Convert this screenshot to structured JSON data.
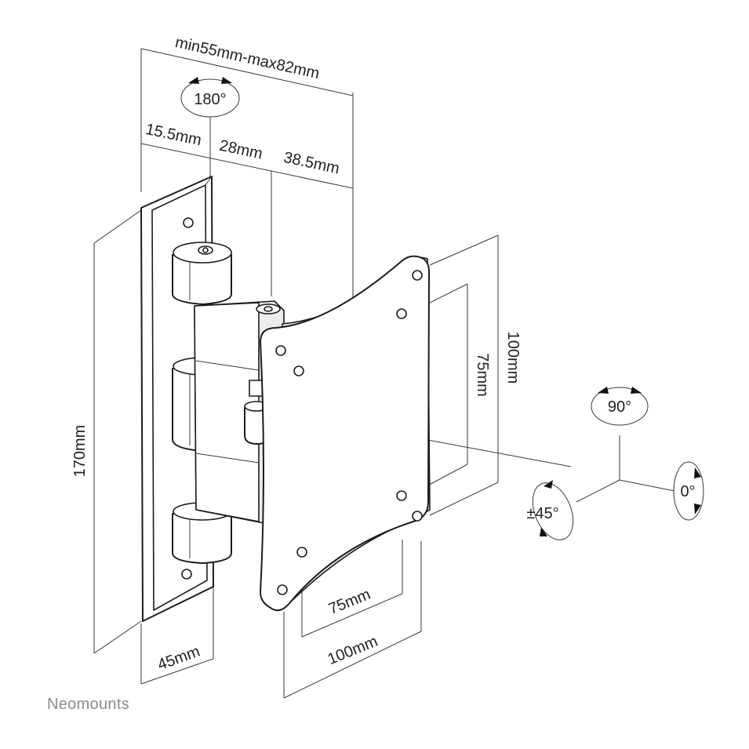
{
  "brand": "Neomounts",
  "dimensions": {
    "depth_range": "min55mm-max82mm",
    "seg_1": "15.5mm",
    "seg_2": "28mm",
    "seg_3": "38.5mm",
    "height": "170mm",
    "wall_plate_width": "45mm",
    "vesa_h_small": "75mm",
    "vesa_h_large": "100mm",
    "vesa_v_small": "75mm",
    "vesa_v_large": "100mm"
  },
  "rotation": {
    "swivel": "180°",
    "tilt": "90°",
    "rotate": "0°",
    "pan": "±45°"
  }
}
